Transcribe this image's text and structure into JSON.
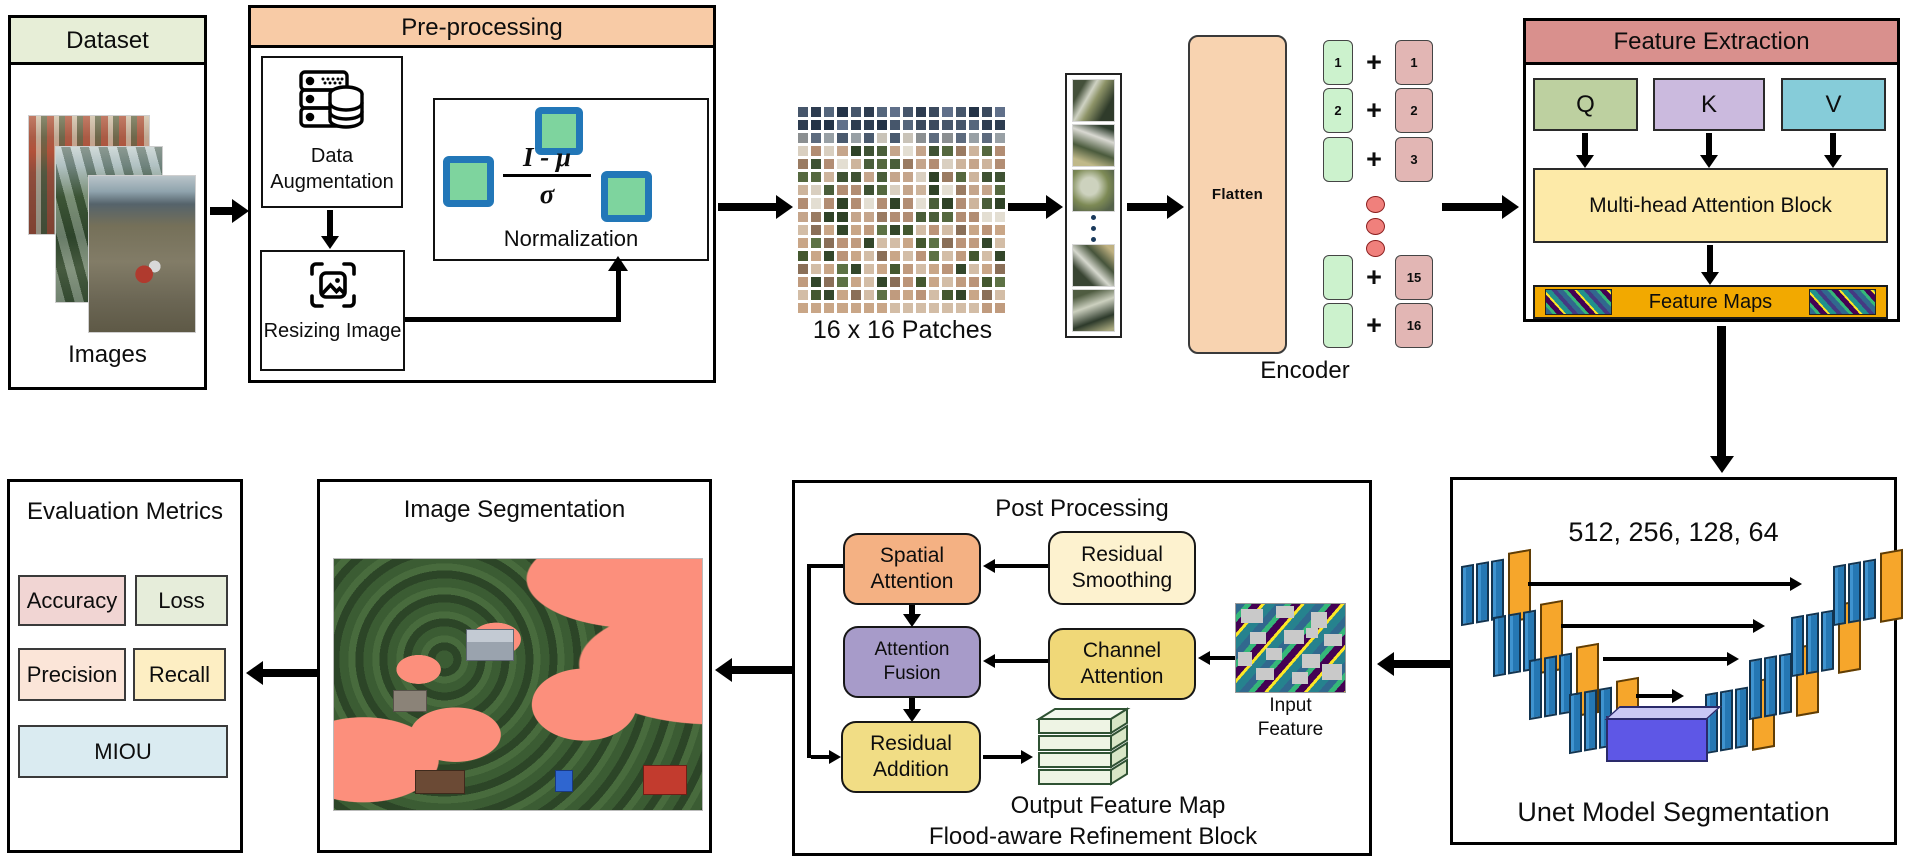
{
  "dataset": {
    "title": "Dataset",
    "caption": "Images",
    "header_color": "#e7eed7"
  },
  "preprocessing": {
    "title": "Pre-processing",
    "header_color": "#f8cba6",
    "augmentation_label": "Data Augmentation",
    "resizing_label": "Resizing Image",
    "normalization_label": "Normalization",
    "formula_numerator": "I - μ",
    "formula_denominator": "σ"
  },
  "patches": {
    "caption": "16 x 16 Patches"
  },
  "flatten": {
    "label": "Flatten",
    "color": "#f8d3b0"
  },
  "encoder": {
    "caption": "Encoder",
    "plus": "+",
    "rows": [
      {
        "patch": "1",
        "position": "1"
      },
      {
        "patch": "2",
        "position": "2"
      },
      {
        "patch": "",
        "position": "3"
      },
      {
        "patch": "",
        "position": "15"
      },
      {
        "patch": "",
        "position": "16"
      }
    ],
    "patch_color": "#ccf2cd",
    "position_color": "#e2b6b4",
    "dot_color": "#f0807c"
  },
  "feature_extraction": {
    "title": "Feature Extraction",
    "header_color": "#d9908d",
    "q_label": "Q",
    "k_label": "K",
    "v_label": "V",
    "q_color": "#bdd0a0",
    "k_color": "#cbbade",
    "v_color": "#86ccd9",
    "mha_label": "Multi-head Attention Block",
    "mha_color": "#fdeaa8",
    "feature_maps_label": "Feature Maps",
    "feature_maps_color": "#f2a900"
  },
  "unet": {
    "channels_label": "512, 256, 128, 64",
    "caption": "Unet Model Segmentation"
  },
  "post_processing": {
    "title": "Post Processing",
    "spatial_attention": "Spatial Attention",
    "spatial_attention_color": "#f4b183",
    "residual_smoothing": "Residual Smoothing",
    "residual_smoothing_color": "#fdf2cf",
    "attention_fusion": "Attention Fusion",
    "attention_fusion_color": "#a79bc9",
    "channel_attention": "Channel Attention",
    "channel_attention_color": "#f0d878",
    "residual_addition": "Residual Addition",
    "residual_addition_color": "#f1dd85",
    "input_feature_caption": "Input Feature",
    "output_caption": "Output Feature Map",
    "block_caption": "Flood-aware Refinement Block"
  },
  "image_segmentation": {
    "title": "Image Segmentation"
  },
  "evaluation": {
    "title": "Evaluation Metrics",
    "metrics": [
      {
        "label": "Accuracy",
        "color": "#f1d5d3"
      },
      {
        "label": "Loss",
        "color": "#e6edda"
      },
      {
        "label": "Precision",
        "color": "#fbe5d8"
      },
      {
        "label": "Recall",
        "color": "#fdeec3"
      },
      {
        "label": "MIOU",
        "color": "#daebf1"
      }
    ]
  }
}
